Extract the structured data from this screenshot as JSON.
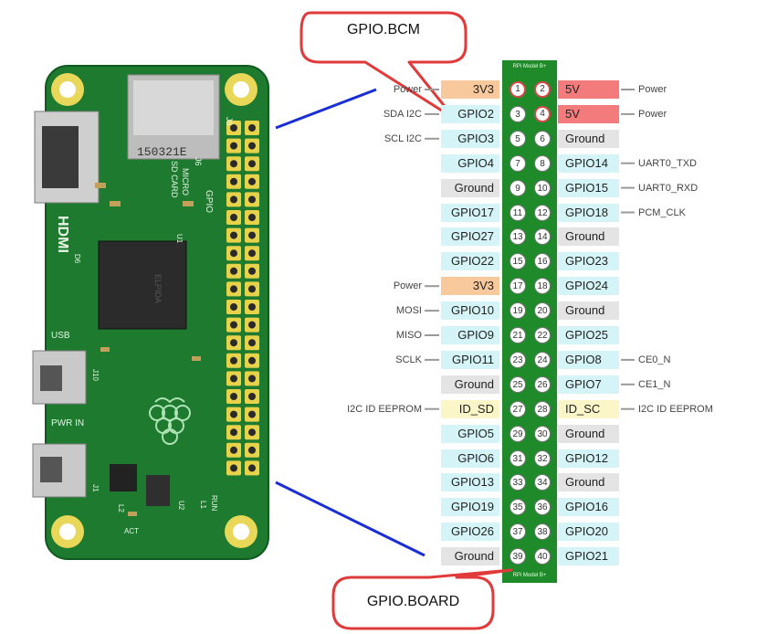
{
  "callouts": {
    "top": "GPIO.BCM",
    "bottom": "GPIO.BOARD"
  },
  "header_title": "RPi Model B+",
  "board_text": {
    "sd_code": "150321E",
    "micro": "MICRO",
    "sd_card": "SD CARD",
    "j6": "J6",
    "j8": "J8",
    "gpio": "GPIO",
    "hdmi": "HDMI",
    "usb": "USB",
    "pwr_in": "PWR IN",
    "j10": "J10",
    "j1": "J1",
    "run": "RUN",
    "act": "ACT",
    "chip": "ELPIDA",
    "u1": "U1",
    "u2": "U2",
    "l1": "L1",
    "l2": "L2",
    "d6": "D6"
  },
  "pins": [
    {
      "n1": "1",
      "n2": "2",
      "left": "3V3",
      "right": "5V",
      "lc": "#f7c99c",
      "rc": "#f47b7b",
      "lext": "Power",
      "rext": "Power",
      "r1": true,
      "r2": true
    },
    {
      "n1": "3",
      "n2": "4",
      "left": "GPIO2",
      "right": "5V",
      "lc": "#d5f4f7",
      "rc": "#f47b7b",
      "lext": "SDA I2C",
      "rext": "Power",
      "r1": false,
      "r2": true
    },
    {
      "n1": "5",
      "n2": "6",
      "left": "GPIO3",
      "right": "Ground",
      "lc": "#d5f4f7",
      "rc": "#e4e4e4",
      "lext": "SCL I2C",
      "rext": "",
      "r1": false,
      "r2": false
    },
    {
      "n1": "7",
      "n2": "8",
      "left": "GPIO4",
      "right": "GPIO14",
      "lc": "#d5f4f7",
      "rc": "#d5f4f7",
      "lext": "",
      "rext": "UART0_TXD",
      "r1": false,
      "r2": false
    },
    {
      "n1": "9",
      "n2": "10",
      "left": "Ground",
      "right": "GPIO15",
      "lc": "#e4e4e4",
      "rc": "#d5f4f7",
      "lext": "",
      "rext": "UART0_RXD",
      "r1": false,
      "r2": false
    },
    {
      "n1": "11",
      "n2": "12",
      "left": "GPIO17",
      "right": "GPIO18",
      "lc": "#d5f4f7",
      "rc": "#d5f4f7",
      "lext": "",
      "rext": "PCM_CLK",
      "r1": false,
      "r2": false
    },
    {
      "n1": "13",
      "n2": "14",
      "left": "GPIO27",
      "right": "Ground",
      "lc": "#d5f4f7",
      "rc": "#e4e4e4",
      "lext": "",
      "rext": "",
      "r1": false,
      "r2": false
    },
    {
      "n1": "15",
      "n2": "16",
      "left": "GPIO22",
      "right": "GPIO23",
      "lc": "#d5f4f7",
      "rc": "#d5f4f7",
      "lext": "",
      "rext": "",
      "r1": false,
      "r2": false
    },
    {
      "n1": "17",
      "n2": "18",
      "left": "3V3",
      "right": "GPIO24",
      "lc": "#f7c99c",
      "rc": "#d5f4f7",
      "lext": "Power",
      "rext": "",
      "r1": false,
      "r2": false
    },
    {
      "n1": "19",
      "n2": "20",
      "left": "GPIO10",
      "right": "Ground",
      "lc": "#d5f4f7",
      "rc": "#e4e4e4",
      "lext": "MOSI",
      "rext": "",
      "r1": false,
      "r2": false
    },
    {
      "n1": "21",
      "n2": "22",
      "left": "GPIO9",
      "right": "GPIO25",
      "lc": "#d5f4f7",
      "rc": "#d5f4f7",
      "lext": "MISO",
      "rext": "",
      "r1": false,
      "r2": false
    },
    {
      "n1": "23",
      "n2": "24",
      "left": "GPIO11",
      "right": "GPIO8",
      "lc": "#d5f4f7",
      "rc": "#d5f4f7",
      "lext": "SCLK",
      "rext": "CE0_N",
      "r1": false,
      "r2": false
    },
    {
      "n1": "25",
      "n2": "26",
      "left": "Ground",
      "right": "GPIO7",
      "lc": "#e4e4e4",
      "rc": "#d5f4f7",
      "lext": "",
      "rext": "CE1_N",
      "r1": false,
      "r2": false
    },
    {
      "n1": "27",
      "n2": "28",
      "left": "ID_SD",
      "right": "ID_SC",
      "lc": "#fbf6c8",
      "rc": "#fbf6c8",
      "lext": "I2C ID EEPROM",
      "rext": "I2C ID EEPROM",
      "r1": false,
      "r2": false
    },
    {
      "n1": "29",
      "n2": "30",
      "left": "GPIO5",
      "right": "Ground",
      "lc": "#d5f4f7",
      "rc": "#e4e4e4",
      "lext": "",
      "rext": "",
      "r1": false,
      "r2": false
    },
    {
      "n1": "31",
      "n2": "32",
      "left": "GPIO6",
      "right": "GPIO12",
      "lc": "#d5f4f7",
      "rc": "#d5f4f7",
      "lext": "",
      "rext": "",
      "r1": false,
      "r2": false
    },
    {
      "n1": "33",
      "n2": "34",
      "left": "GPIO13",
      "right": "Ground",
      "lc": "#d5f4f7",
      "rc": "#e4e4e4",
      "lext": "",
      "rext": "",
      "r1": false,
      "r2": false
    },
    {
      "n1": "35",
      "n2": "36",
      "left": "GPIO19",
      "right": "GPIO16",
      "lc": "#d5f4f7",
      "rc": "#d5f4f7",
      "lext": "",
      "rext": "",
      "r1": false,
      "r2": false
    },
    {
      "n1": "37",
      "n2": "38",
      "left": "GPIO26",
      "right": "GPIO20",
      "lc": "#d5f4f7",
      "rc": "#d5f4f7",
      "lext": "",
      "rext": "",
      "r1": false,
      "r2": false
    },
    {
      "n1": "39",
      "n2": "40",
      "left": "Ground",
      "right": "GPIO21",
      "lc": "#e4e4e4",
      "rc": "#d5f4f7",
      "lext": "",
      "rext": "",
      "r1": false,
      "r2": false
    }
  ],
  "colors": {
    "pcb": "#1d7a2e",
    "pcb_dark": "#0f5a1e",
    "header_green": "#1f8a2a",
    "pad_gold": "#e8d24a",
    "callout_border": "#e03a3a",
    "connector_line": "#1a2ed6"
  }
}
